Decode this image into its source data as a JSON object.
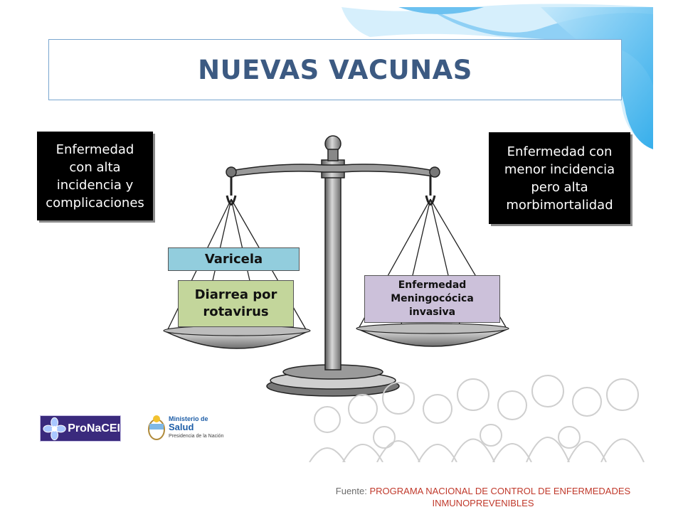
{
  "title": "NUEVAS VACUNAS",
  "left_box": "Enfermedad\ncon alta\nincidencia y\ncomplicaciones",
  "right_box": "Enfermedad con\nmenor incidencia\npero alta\nmorbimortalidad",
  "left_pan_items": [
    "Varicela",
    "Diarrea por\nrotavirus"
  ],
  "right_pan_items": [
    "Enfermedad\nMeningocócica\ninvasiva"
  ],
  "logos": {
    "pronacei": "ProNaCEI",
    "ministerio_line1": "Ministerio de",
    "ministerio_line2": "Salud",
    "ministerio_line3": "Presidencia de la Nación"
  },
  "footer": {
    "prefix": "Fuente:",
    "source": "PROGRAMA NACIONAL DE CONTROL DE ENFERMEDADES INMUNOPREVENIBLES"
  },
  "colors": {
    "title_text": "#3c5a82",
    "title_border": "#7aa6cf",
    "wave_blue": "#1aa3e8",
    "varicela_fill": "#92cddd",
    "rotavirus_fill": "#c3d69b",
    "meningococo_fill": "#ccc1da",
    "footer_source": "#c0392b"
  }
}
